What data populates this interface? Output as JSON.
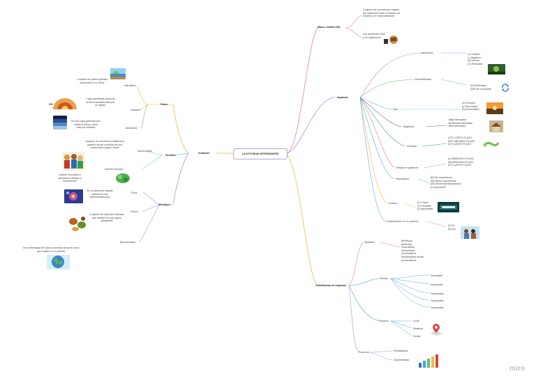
{
  "center": "LA ACTIVIDAD INTEGRADORA",
  "left": {
    "root": "Ambiente",
    "fisico": {
      "label": "Físico",
      "items": [
        {
          "label": "Hidrósfera",
          "desc": "Conjunto de partes líquidas presentes en la Tierra"
        },
        {
          "label": "Litósfera",
          "desc": "Capa superficial sólida de la tierra caracterizada por su rigidez"
        },
        {
          "label": "Atmósfera",
          "desc": "Es una capa gaseosa que rodea la tierra y otros cuerpos celestes"
        }
      ]
    },
    "sociales": {
      "label": "Sociales",
      "items": [
        {
          "label": "Sociocultural",
          "desc": "Conjunto de fenómenos relativos al aspecto social y cultural de una comunidad o grupo social"
        },
        {
          "label": "Socioeconómico",
          "desc": "Aquello vinculado a elementos sociales y económicos"
        }
      ]
    },
    "biologico": {
      "label": "Biológico",
      "items": [
        {
          "label": "Flora",
          "desc": "Es la cobertura vegetal natural de una determinada zona"
        },
        {
          "label": "Fauna",
          "desc": "Conjunto de especies animales que habitan en una región geográfica"
        },
        {
          "label": "Biodiversidad",
          "desc": "Se la diversidad de toda la variedad de seres vivos que existen en el planeta"
        }
      ]
    }
  },
  "right": {
    "marco": {
      "label": "Marco Jurídico EIA",
      "items": [
        {
          "text": "Conjunto de normas que regulan las relaciones entre el estado y el hombre y el medio ambiente"
        },
        {
          "text": "Ley ambiental 1333 y su reglamento"
        }
      ]
    },
    "impactos": {
      "label": "Impactos",
      "items": [
        {
          "label": "Naturaleza",
          "desc": "(+) Positivo\n(-) Negativo\n(N) Neutro\n(X) Previsible"
        },
        {
          "label": "Reversibilidad",
          "desc": "(R) Reversible\n(NR) No reversible"
        },
        {
          "label": "Tipo",
          "desc": "(D) Primario\n(I) Secundario\n(A) Acumulativo"
        },
        {
          "label": "Magnitud",
          "desc": "Baja intensidad\nModerada intensidad\nAlta intensidad"
        },
        {
          "label": "Duración",
          "desc": "(CP) CORTO PLAZO\n(MP) MEDIANO PLAZO\n(LP) LARGO PLAZO"
        },
        {
          "label": "Tiempo en aparecer",
          "desc": "(I) INMEDIATO PLAZO\n(M) MEDIANO PLAZO\n(LP) LARGO PLAZO"
        },
        {
          "label": "Importancia",
          "desc": "(B) Sin importancia\n(M) Menor importancia\n(MI) Moderada importancia\n(I) Importante"
        },
        {
          "label": "Certeza",
          "desc": "(C) Cierto\n(P) Probable\n(I) Improbable"
        },
        {
          "label": "Consideración en el proyecto",
          "desc": "(S) Si\n(N) No"
        }
      ]
    },
    "clasificacion": {
      "label": "Clasificación de impactos",
      "variables": {
        "label": "Variables",
        "desc": "Benéficos\nAdversos\nReversibles\nIrreversibles\nAcumulativos\nResidualidad media\nAcumulativos"
      },
      "tiempo": {
        "label": "Tiempo",
        "items": [
          "Reversible",
          "Irreversible",
          "Fluctuantes",
          "Temporales",
          "Temporales"
        ]
      },
      "espacio": {
        "label": "Espacio",
        "items": [
          "Local",
          "Regional",
          "Global"
        ]
      },
      "potencial": {
        "label": "Potencial",
        "items": [
          "Rentabilidad",
          "Sostenibilidad"
        ]
      }
    }
  },
  "icons": {
    "hidrosfera": "water-scene",
    "litosfera": "earth-layers",
    "atmosfera": "atmosphere-layers",
    "sociocultural": "people-crowd",
    "socioeconomico": "green-figure",
    "flora": "flower-photo",
    "fauna": "animals-group",
    "biodiversidad": "globe-photo",
    "ley": "ley-icon",
    "naturaleza": "nature-photo",
    "reversibilidad": "cycle-arrows",
    "tipo": "sunset-photo",
    "magnitud": "house-photo",
    "duracion": "green-lizard",
    "certeza": "certeza-sign",
    "consideracion": "people-photo",
    "espacio": "map-pin",
    "potencial": "bar-chart"
  },
  "watermark": "miro",
  "colors": {
    "left": "#f0b93e",
    "purple": "#b98cd6",
    "blue": "#4aa7d8",
    "green": "#62c26b",
    "pink": "#e27bb2",
    "gray": "#888888"
  }
}
